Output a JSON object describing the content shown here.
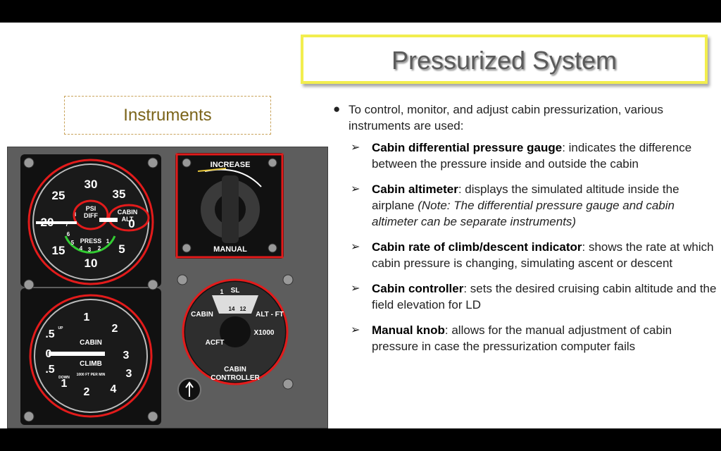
{
  "title": "Pressurized System",
  "subtitle": "Instruments",
  "intro": "To control, monitor, and adjust cabin pressurization, various instruments are used:",
  "items": [
    {
      "term": "Cabin differential pressure gauge",
      "desc": ": indicates the difference between the pressure inside and outside the cabin",
      "note": ""
    },
    {
      "term": "Cabin altimeter",
      "desc": ": displays the simulated altitude inside the airplane ",
      "note": "(Note: The differential pressure gauge and cabin altimeter can be separate instruments)"
    },
    {
      "term": "Cabin rate of climb/descent indicator",
      "desc": ": shows the rate at which cabin pressure is changing, simulating ascent or descent",
      "note": ""
    },
    {
      "term": "Cabin controller",
      "desc": ": sets the desired cruising cabin altitude and the field elevation for LD",
      "note": ""
    },
    {
      "term": "Manual knob",
      "desc": ": allows for the manual adjustment of cabin pressure in case the pressurization computer fails",
      "note": ""
    }
  ],
  "gauges": {
    "altimeter": {
      "labels": [
        "30",
        "35",
        "25",
        "20",
        "15",
        "10",
        "5",
        "0"
      ],
      "inner": [
        "PSI",
        "DIFF",
        "CABIN",
        "ALT",
        "PRESS",
        "8",
        "7",
        "6",
        "5",
        "4",
        "3",
        "2",
        "1"
      ]
    },
    "manual": {
      "increase": "INCREASE",
      "manual": "MANUAL"
    },
    "climb": {
      "labels": [
        "1",
        "2",
        "3",
        "4",
        ".5",
        "0",
        ".5",
        "1",
        "2",
        "3"
      ],
      "name1": "CABIN",
      "name2": "CLIMB",
      "up": "UP",
      "down": "DOWN",
      "units": "1000 FT PER MIN"
    },
    "controller": {
      "cabin": "CABIN",
      "acft": "ACFT",
      "alt": "ALT - FT",
      "x1000": "X1000",
      "sl": "SL",
      "one": "1",
      "n14": "14",
      "n12": "12",
      "name1": "CABIN",
      "name2": "CONTROLLER"
    }
  },
  "colors": {
    "highlight": "#e21b1b",
    "title_border": "#f2ee4e",
    "subtitle": "#7b6419"
  }
}
